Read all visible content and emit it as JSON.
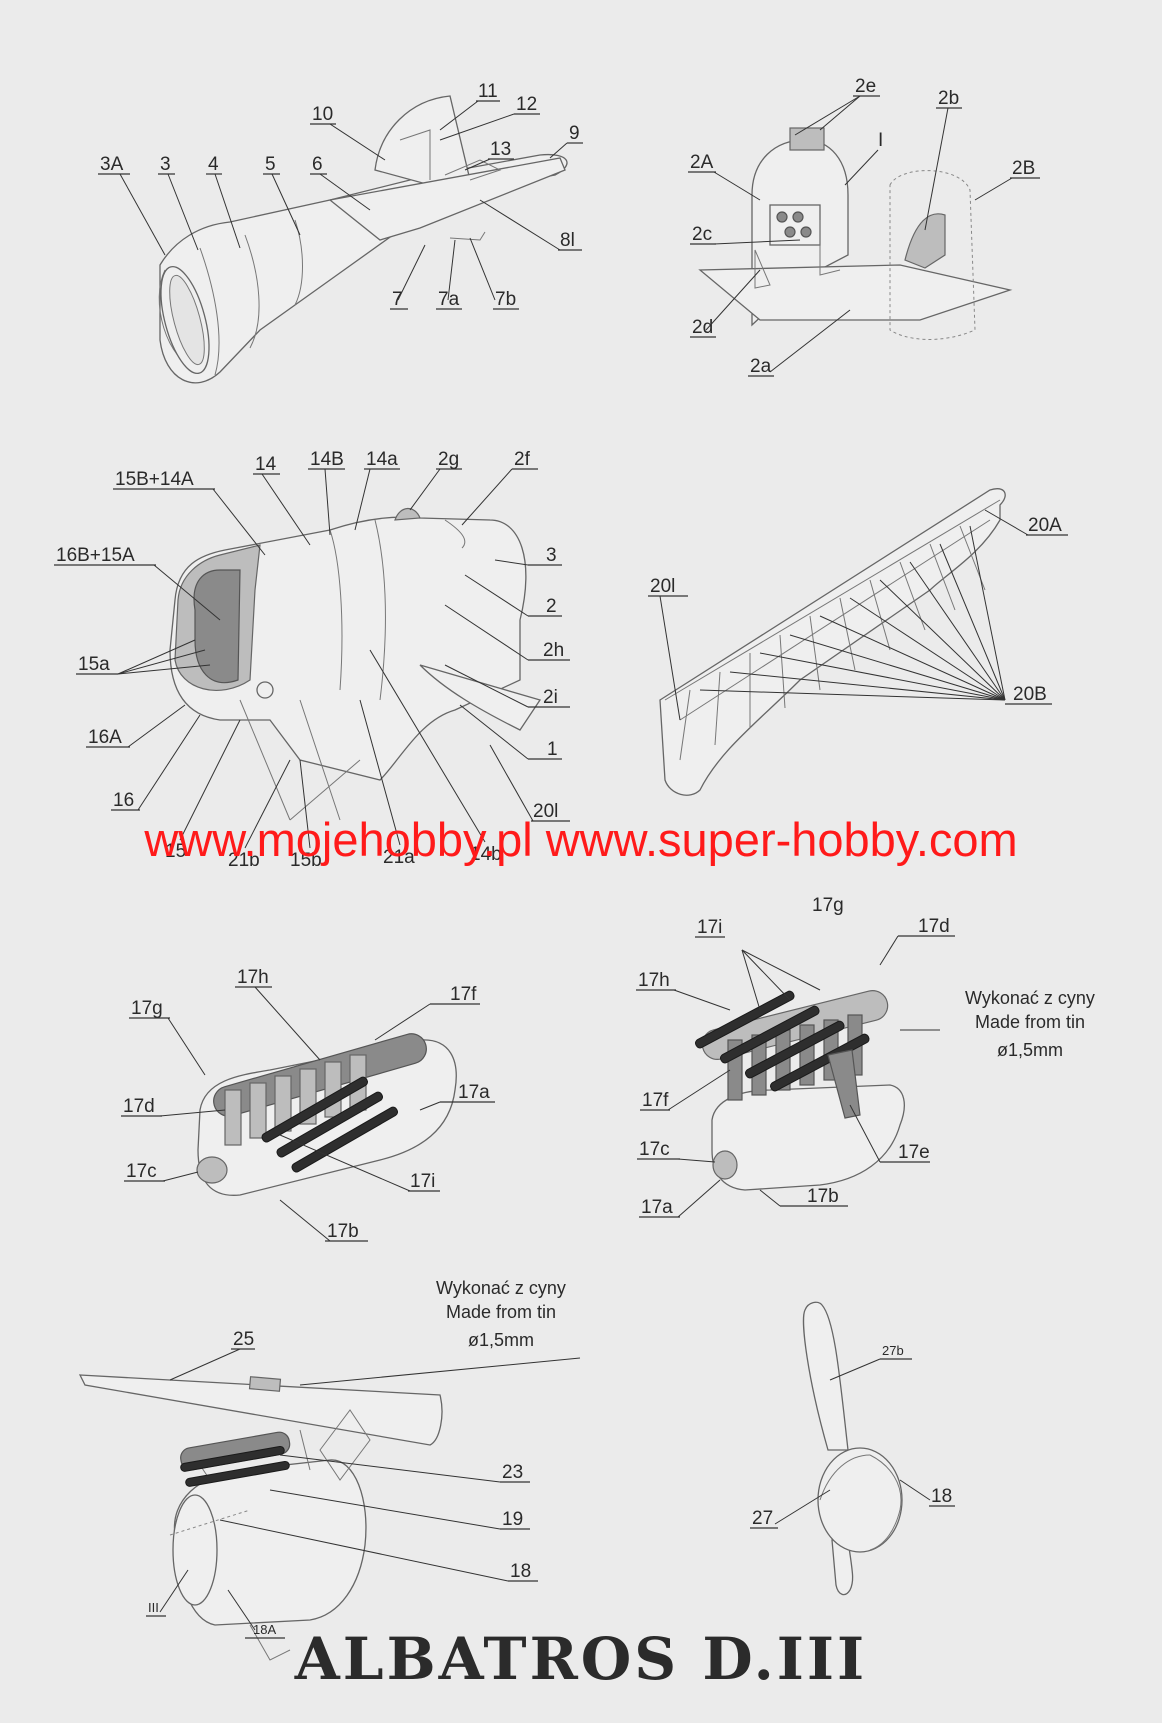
{
  "title": "ALBATROS D.III",
  "watermark": "www.mojehobby.pl www.super-hobby.com",
  "notes": {
    "engine_right": [
      "Wykonać z cyny",
      "Made from tin",
      "ø1,5mm"
    ],
    "assembly": [
      "Wykonać z cyny",
      "Made from tin",
      "ø1,5mm"
    ]
  },
  "diagrams": {
    "tail": [
      "3A",
      "3",
      "4",
      "5",
      "6",
      "10",
      "11",
      "12",
      "13",
      "9",
      "8l",
      "7",
      "7a",
      "7b"
    ],
    "cockpit": [
      "2e",
      "2b",
      "2A",
      "I",
      "2B",
      "2c",
      "2d",
      "2a"
    ],
    "fuselage": [
      "15B+14A",
      "14",
      "14B",
      "14a",
      "2g",
      "2f",
      "16B+15A",
      "3",
      "2",
      "2h",
      "15a",
      "2i",
      "16A",
      "1",
      "16",
      "20l",
      "15",
      "21b",
      "15b",
      "21a",
      "14b"
    ],
    "wing": [
      "20A",
      "20l",
      "20B"
    ],
    "engine_left": [
      "17h",
      "17g",
      "17f",
      "17d",
      "17a",
      "17c",
      "17i",
      "17b"
    ],
    "engine_right": [
      "17g",
      "17i",
      "17d",
      "17h",
      "17f",
      "17e",
      "17c",
      "17a",
      "17b"
    ],
    "assembly": [
      "25",
      "23",
      "19",
      "18",
      "III",
      "18A"
    ],
    "propeller": [
      "27b",
      "27",
      "18"
    ]
  },
  "colors": {
    "watermark": "#ff1a1a",
    "background": "#ebebeb",
    "ink": "#2a2a2a"
  }
}
